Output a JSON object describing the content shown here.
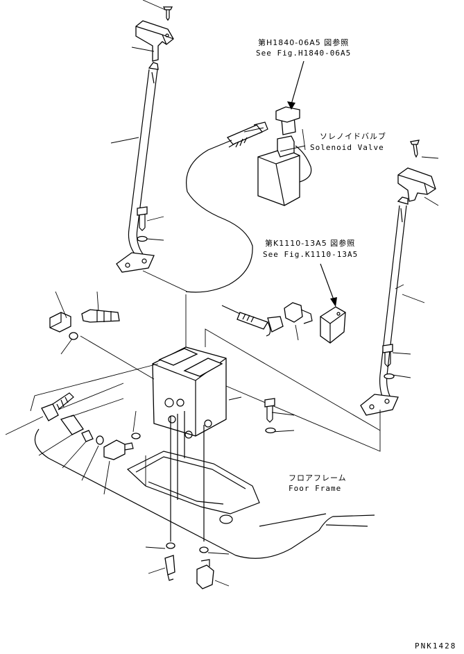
{
  "labels": {
    "solenoid_ref_jp": "第H1840-06A5 図参照",
    "solenoid_ref_en": "See Fig.H1840-06A5",
    "solenoid_jp": "ソレノイドバルブ",
    "solenoid_en": "Solenoid Valve",
    "switch_ref_jp": "第K1110-13A5 図参照",
    "switch_ref_en": "See Fig.K1110-13A5",
    "frame_jp": "フロアフレーム",
    "frame_en": "Foor Frame",
    "drawing_code": "PNK1428"
  }
}
